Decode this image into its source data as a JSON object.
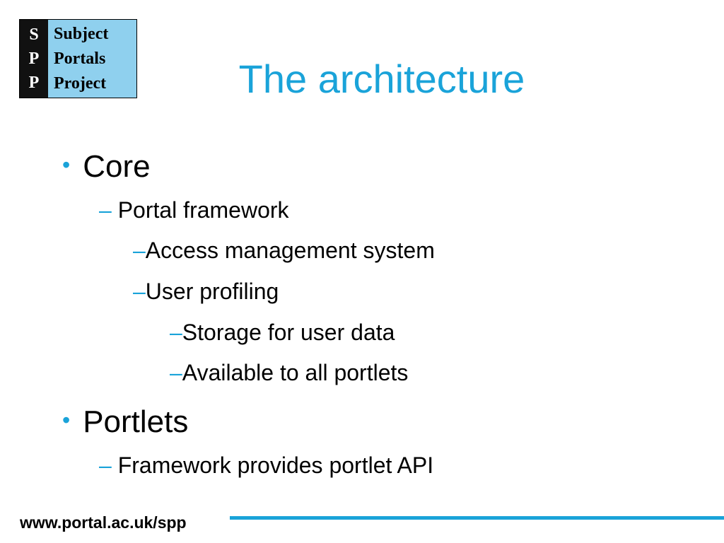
{
  "logo": {
    "letters": [
      "S",
      "P",
      "P"
    ],
    "words": [
      "Subject",
      "Portals",
      "Project"
    ]
  },
  "slide": {
    "title": "The architecture",
    "items": [
      {
        "level": 1,
        "marker": "•",
        "text": "Core"
      },
      {
        "level": 2,
        "marker": "–",
        "text": "Portal framework"
      },
      {
        "level": 3,
        "marker": "–",
        "text": "Access management system"
      },
      {
        "level": 3,
        "marker": "–",
        "text": "User profiling"
      },
      {
        "level": 4,
        "marker": "–",
        "text": "Storage for user data"
      },
      {
        "level": 4,
        "marker": "–",
        "text": "Available to all portlets"
      },
      {
        "level": 1,
        "marker": "•",
        "text": "Portlets"
      },
      {
        "level": 2,
        "marker": "–",
        "text": "Framework provides portlet API"
      }
    ]
  },
  "footer": {
    "url": "www.portal.ac.uk/spp",
    "accent_color": "#1aa3d9"
  }
}
